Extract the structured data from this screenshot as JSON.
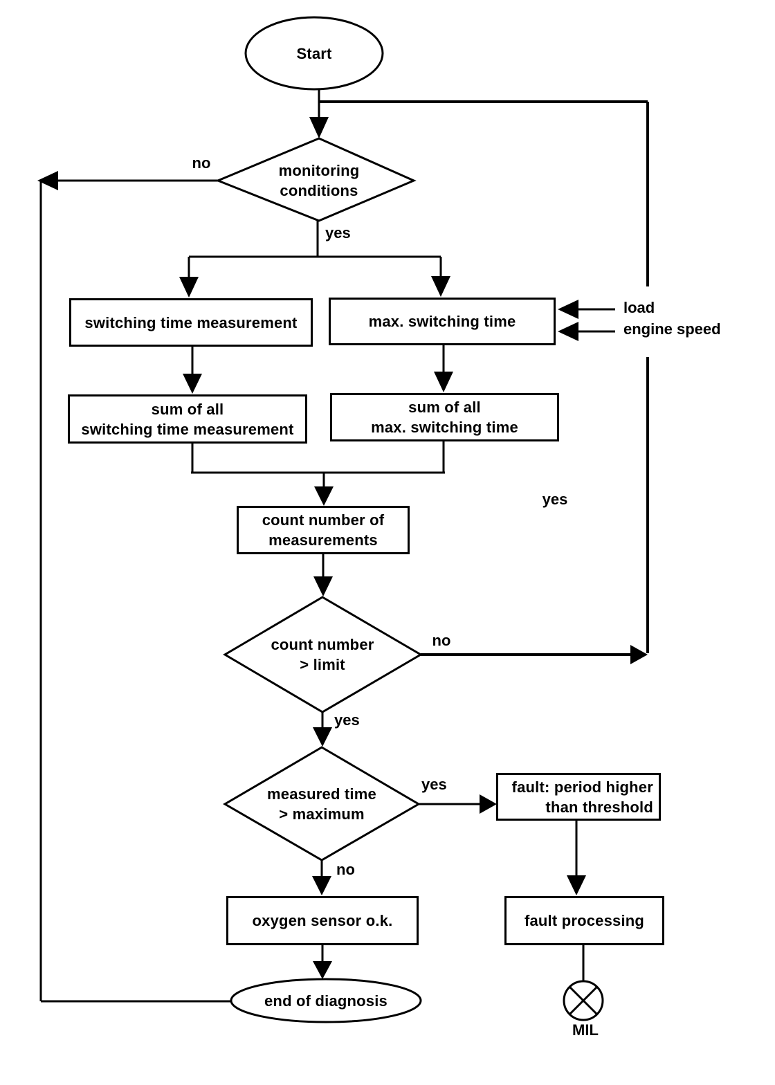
{
  "diagram": {
    "nodes": {
      "start": {
        "label": "Start"
      },
      "monitoring_conditions": {
        "line1": "monitoring",
        "line2": "conditions"
      },
      "switching_time_measurement": {
        "label": "switching time measurement"
      },
      "max_switching_time": {
        "label": "max. switching time"
      },
      "sum_switching_time": {
        "line1": "sum of all",
        "line2": "switching time measurement"
      },
      "sum_max_switching_time": {
        "line1": "sum of all",
        "line2": "max. switching time"
      },
      "count_measurements": {
        "line1": "count number of",
        "line2": "measurements"
      },
      "count_limit": {
        "line1": "count number",
        "line2": "> limit"
      },
      "measured_time": {
        "line1": "measured time",
        "line2": "> maximum"
      },
      "fault_period": {
        "line1": "fault: period higher",
        "line2": "than threshold"
      },
      "oxygen_ok": {
        "label": "oxygen sensor o.k."
      },
      "fault_processing": {
        "label": "fault processing"
      },
      "end_of_diagnosis": {
        "label": "end of diagnosis"
      },
      "mil_lamp": {
        "label": "MIL"
      }
    },
    "edge_labels": {
      "monitoring_no": "no",
      "monitoring_yes": "yes",
      "load_input": "load",
      "engine_speed_input": "engine speed",
      "loop_back_yes": "yes",
      "count_no": "no",
      "count_yes": "yes",
      "measured_yes": "yes",
      "measured_no": "no"
    },
    "colors": {
      "ink": "#000000",
      "background": "#ffffff"
    }
  }
}
